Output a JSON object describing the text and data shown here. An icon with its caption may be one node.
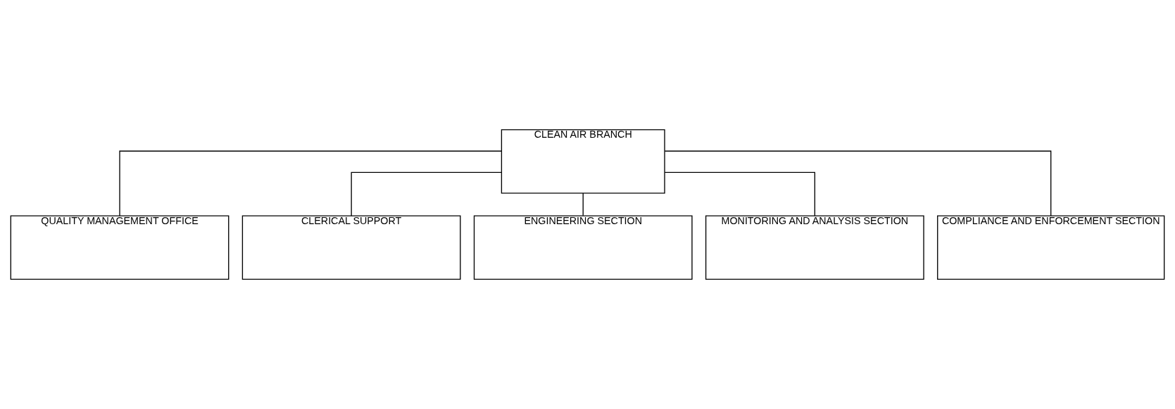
{
  "diagram": {
    "nodes": [
      {
        "text": [
          "CLEAN AIR BRANCH"
        ]
      },
      {
        "text": [
          "QUALITY MANAGEMENT OFFICE"
        ]
      },
      {
        "text": [
          "CLERICAL SUPPORT"
        ]
      },
      {
        "text": [
          "ENGINEERING SECTION"
        ]
      },
      {
        "text": [
          "MONITORING AND ANALYSIS SECTION"
        ]
      },
      {
        "text": [
          "COMPLIANCE AND ENFORCEMENT SECTION"
        ]
      }
    ],
    "edges": [
      {
        "from": 0,
        "to": 1,
        "arrow": "none"
      },
      {
        "from": 0,
        "to": 2,
        "arrow": "none"
      },
      {
        "from": 0,
        "to": 3,
        "arrow": "none"
      },
      {
        "from": 0,
        "to": 4,
        "arrow": "none"
      },
      {
        "from": 0,
        "to": 5,
        "arrow": "none"
      }
    ]
  }
}
